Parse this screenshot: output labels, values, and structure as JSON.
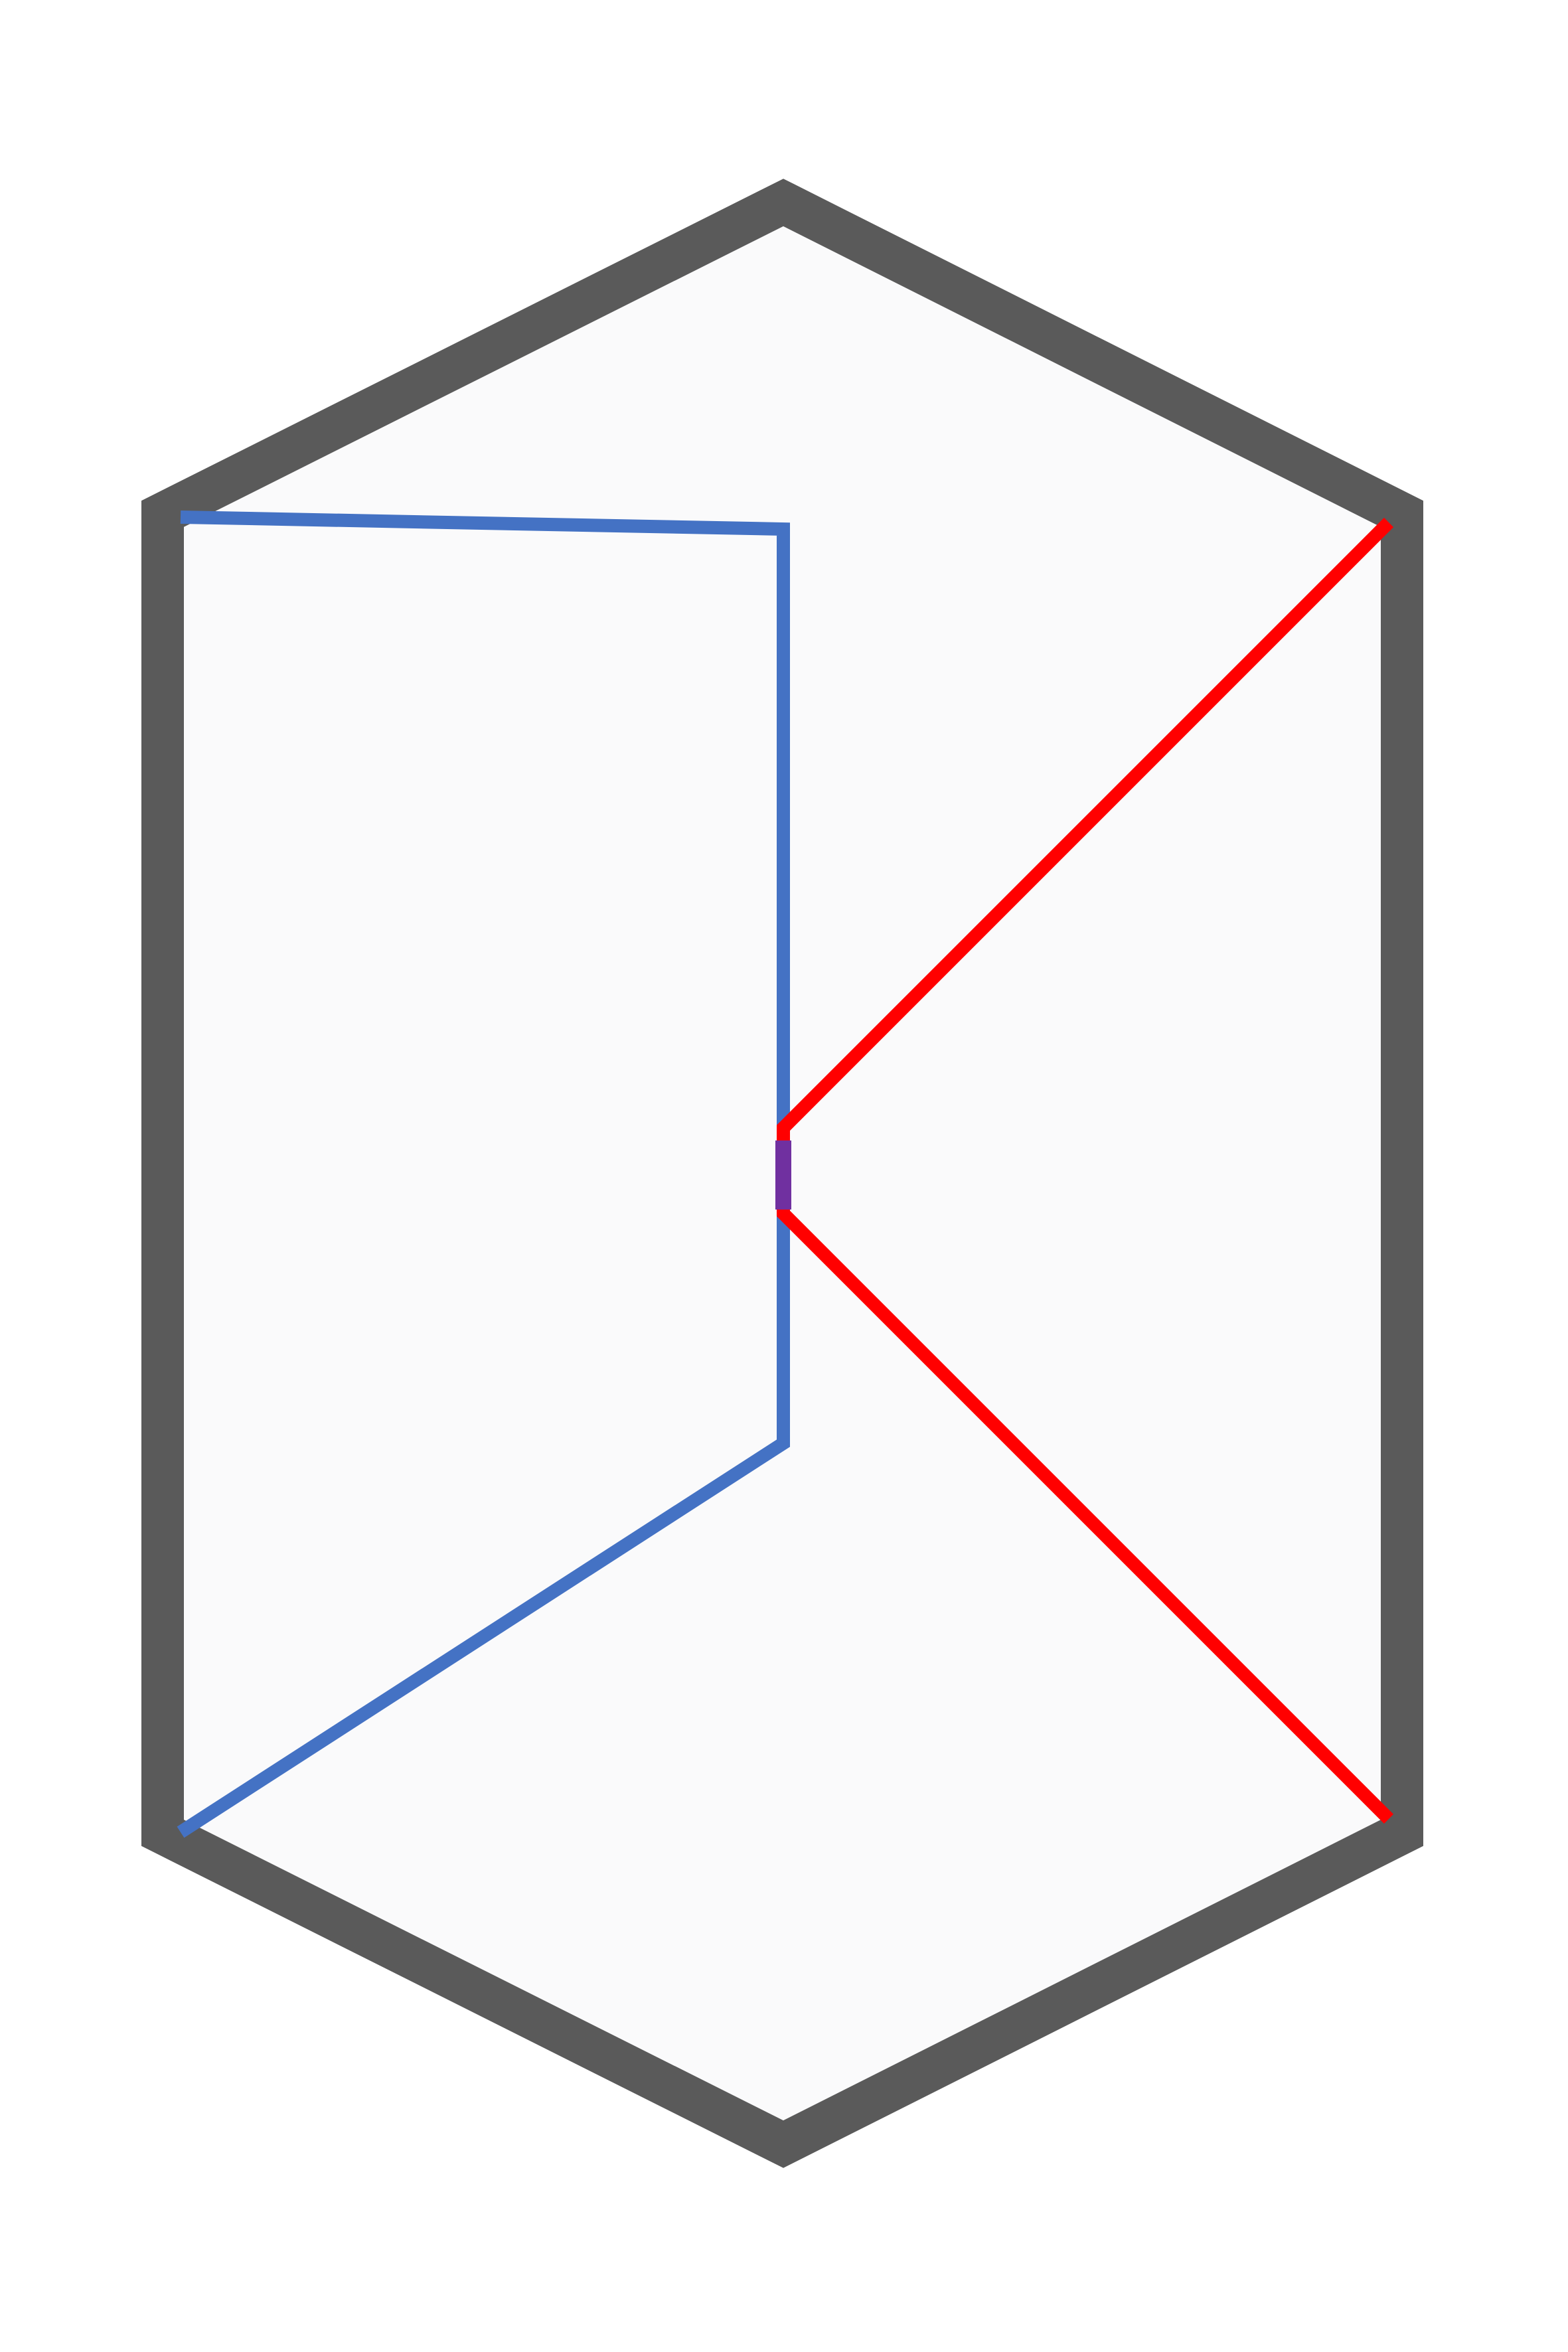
{
  "diagram": {
    "colors": {
      "background": "#ffffff",
      "hexagon_fill": "#fafafb",
      "hexagon_outline": "#5a5a5a",
      "blue_path": "#4472c4",
      "red_path": "#ff0000",
      "overlap": "#7030a0"
    },
    "shapes": [
      {
        "name": "hexagon-outline",
        "kind": "closed polygon"
      },
      {
        "name": "blue-path",
        "kind": "open polyline"
      },
      {
        "name": "red-path",
        "kind": "open polyline"
      },
      {
        "name": "path-overlap",
        "kind": "segment"
      }
    ]
  }
}
